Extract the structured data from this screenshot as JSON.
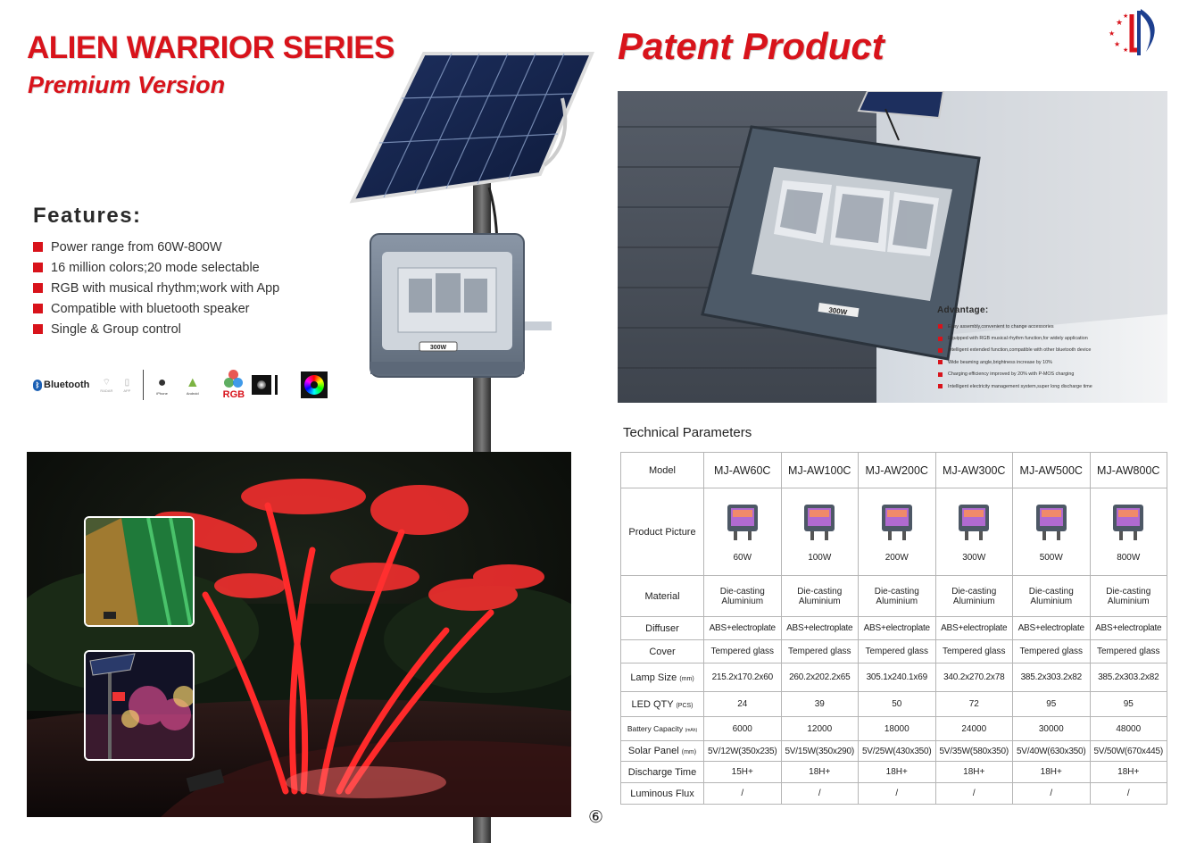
{
  "left": {
    "title": "ALIEN WARRIOR SERIES",
    "subtitle": "Premium Version",
    "features_heading": "Features:",
    "features": [
      "Power range from 60W-800W",
      "16 million colors;20 mode selectable",
      "RGB with musical rhythm;work with App",
      "Compatible with bluetooth speaker",
      "Single & Group control"
    ],
    "icons": {
      "bluetooth": "Bluetooth",
      "radar": "RADAR",
      "app": "APP",
      "iphone": "iPhone",
      "android": "Android",
      "rgb": "RGB"
    },
    "lamp_label": "300W"
  },
  "right": {
    "title": "Patent Product",
    "advantage_heading": "Advantage:",
    "advantages": [
      "Easy assembly,convenient to change accessories",
      "Equipped with RGB musical rhythm function,for widely application",
      "Intelligent extended function,compatible with other bluetooth device",
      "Wide beaming angle,brightness increase by 10%",
      "Charging efficiency improved by 20% with P-MOS charging",
      "Intelligent electricity management system,super long discharge time"
    ],
    "lamp_label": "300W",
    "table_title": "Technical Parameters",
    "table": {
      "row_labels": {
        "model": "Model",
        "picture": "Product Picture",
        "material": "Material",
        "diffuser": "Diffuser",
        "cover": "Cover",
        "lamp_size": "Lamp Size",
        "lamp_size_unit": "(mm)",
        "led_qty": "LED QTY",
        "led_qty_unit": "(PCS)",
        "battery": "Battery Capacity",
        "battery_unit": "(mAh)",
        "solar": "Solar Panel",
        "solar_unit": "(mm)",
        "discharge": "Discharge Time",
        "flux": "Luminous  Flux"
      },
      "models": [
        "MJ-AW60C",
        "MJ-AW100C",
        "MJ-AW200C",
        "MJ-AW300C",
        "MJ-AW500C",
        "MJ-AW800C"
      ],
      "pictures": [
        "60W",
        "100W",
        "200W",
        "300W",
        "500W",
        "800W"
      ],
      "material_line1": "Die-casting",
      "material_line2": "Aluminium",
      "diffuser": "ABS+electroplate",
      "cover": "Tempered glass",
      "lamp_size": [
        "215.2x170.2x60",
        "260.2x202.2x65",
        "305.1x240.1x69",
        "340.2x270.2x78",
        "385.2x303.2x82",
        "385.2x303.2x82"
      ],
      "led_qty": [
        "24",
        "39",
        "50",
        "72",
        "95",
        "95"
      ],
      "battery": [
        "6000",
        "12000",
        "18000",
        "24000",
        "30000",
        "48000"
      ],
      "solar": [
        "5V/12W(350x235)",
        "5V/15W(350x290)",
        "5V/25W(430x350)",
        "5V/35W(580x350)",
        "5V/40W(630x350)",
        "5V/50W(670x445)"
      ],
      "discharge": [
        "15H+",
        "18H+",
        "18H+",
        "18H+",
        "18H+",
        "18H+"
      ],
      "flux": [
        "/",
        "/",
        "/",
        "/",
        "/",
        "/"
      ]
    }
  },
  "page_number": "⑥",
  "colors": {
    "brand_red": "#d8131b",
    "dark": "#2a2a2a"
  }
}
